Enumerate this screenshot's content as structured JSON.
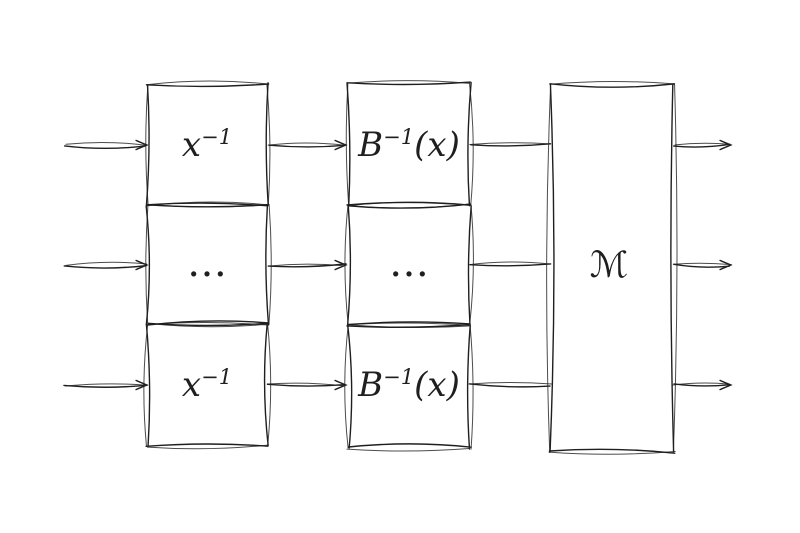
{
  "colors": {
    "background": "#ffffff",
    "ink": "#1f1f1f"
  },
  "labels": {
    "inv_top_base": "x",
    "inv_top_sup": "−1",
    "inv_mid_dots": "…",
    "inv_bot_base": "x",
    "inv_bot_sup": "−1",
    "aff_top_base": "B",
    "aff_top_sup": "−1",
    "aff_top_arg": "(x)",
    "aff_mid_dots": "…",
    "aff_bot_base": "B",
    "aff_bot_sup": "−1",
    "aff_bot_arg": "(x)",
    "mix_label": "ℳ"
  }
}
